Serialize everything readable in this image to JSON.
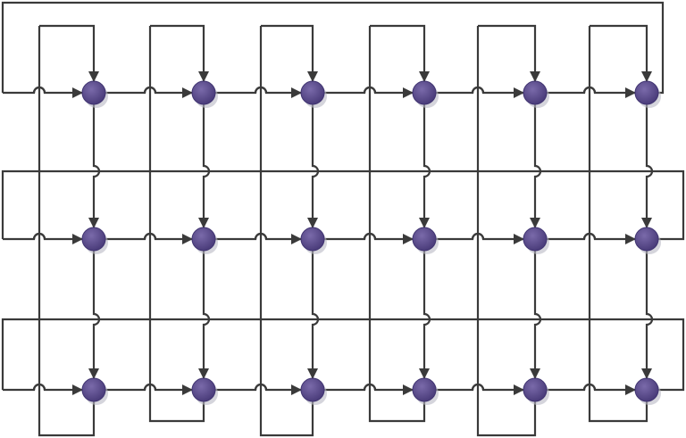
{
  "diagram": {
    "type": "torus-mesh-network",
    "rows": 3,
    "cols": 6,
    "colors": {
      "background": "#ffffff",
      "wire": "#3a3a3a",
      "node_fill": "#5a4a8a",
      "node_stroke": "#3f3370"
    }
  }
}
